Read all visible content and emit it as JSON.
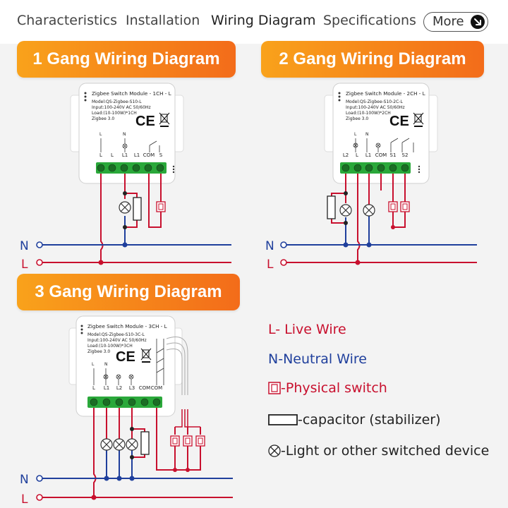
{
  "tabs": {
    "items": [
      "Characteristics",
      "Installation",
      "Wiring Diagram",
      "Specifications"
    ],
    "active": "Wiring Diagram",
    "more_label": "More"
  },
  "colors": {
    "live": "#c8102e",
    "neutral": "#1f3f9c",
    "banner_start": "#f9a21b",
    "banner_end": "#f36c1a",
    "terminal_green": "#2aa83a"
  },
  "diagrams": {
    "one_gang": {
      "title": "1 Gang Wiring Diagram",
      "module_title": "Zigbee Switch Module - 1CH - L",
      "model": "Model:QS-Zigbee-S10-L",
      "input": "Input:100-240V AC  50/60Hz",
      "load": "Load:(10-100W)*1CH",
      "protocol": "Zigbee 3.0",
      "terminals": [
        "L",
        "L",
        "L1",
        "L1",
        "COM",
        "S"
      ],
      "top_labels": [
        "L",
        "N"
      ],
      "ce_mark": "CE"
    },
    "two_gang": {
      "title": "2 Gang Wiring Diagram",
      "module_title": "Zigbee Switch Module - 2CH - L",
      "model": "Model:QS-Zigbee-S10-2C-L",
      "input": "Input:100-240V AC  50/60Hz",
      "load": "Load:(10-100W)*2CH",
      "protocol": "Zigbee 3.0",
      "terminals": [
        "L2",
        "L",
        "L1",
        "COM",
        "S1",
        "S2"
      ],
      "top_labels": [
        "L",
        "N"
      ],
      "ce_mark": "CE"
    },
    "three_gang": {
      "title": "3 Gang Wiring Diagram",
      "module_title": "Zigbee Switch Module - 3CH - L",
      "model": "Model:QS-Zigbee-S10-3C-L",
      "input": "Input:100-240V AC  50/60Hz",
      "load": "Load:(10-100W)*3CH",
      "protocol": "Zigbee 3.0",
      "terminals": [
        "L",
        "L1",
        "L2",
        "L3",
        "COM",
        "COM"
      ],
      "top_labels": [
        "L",
        "N"
      ],
      "ce_mark": "CE"
    }
  },
  "line_labels": {
    "neutral": "N",
    "live": "L"
  },
  "legend": {
    "live": "L- Live Wire",
    "neutral": "N-Neutral Wire",
    "switch": "-Physical switch",
    "capacitor": "-capacitor (stabilizer)",
    "device": "-Light or other switched device"
  }
}
